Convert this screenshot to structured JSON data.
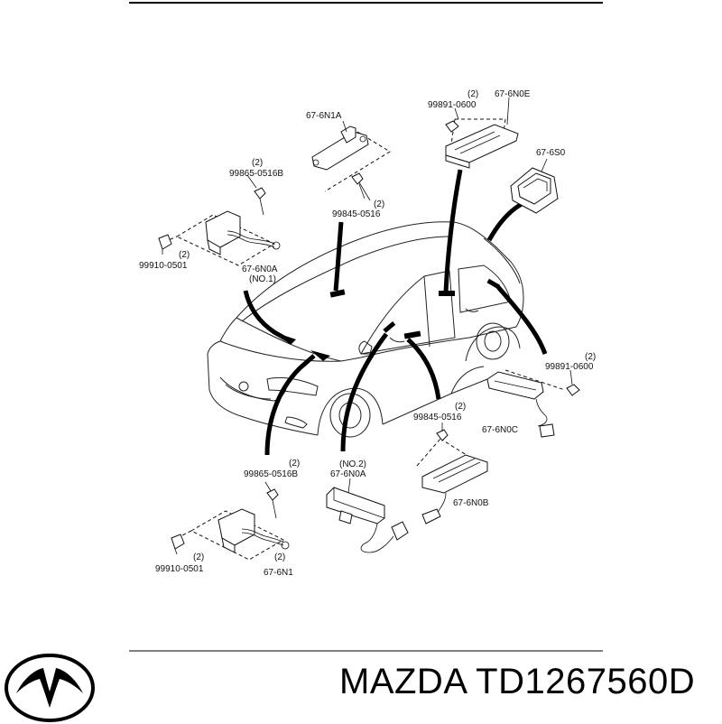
{
  "diagram": {
    "labels": {
      "n1a": "67-6N1A",
      "n0e": "67-6N0E",
      "s0": "67-6S0",
      "p99891_top": "99891-0600",
      "p99891_right": "99891-0600",
      "p99865_top": "99865-0516B",
      "p99865_bottom": "99865-0516B",
      "p99845_top": "99845-0516",
      "p99845_mid": "99845-0516",
      "p99910_top": "99910-0501",
      "p99910_bottom": "99910-0501",
      "n0a_no1": "67-6N0A",
      "no1": "(NO.1)",
      "no2": "(NO.2)",
      "n0a_no2": "67-6N0A",
      "n0c": "67-6N0C",
      "n0b": "67-6N0B",
      "n1": "67-6N1"
    },
    "quantity": "(2)"
  },
  "footer": {
    "brand_text": "MAZDA TD1267560D"
  },
  "colors": {
    "ink": "#111111",
    "background": "#ffffff"
  },
  "icons": {
    "logo": "mazda-logo-icon"
  }
}
